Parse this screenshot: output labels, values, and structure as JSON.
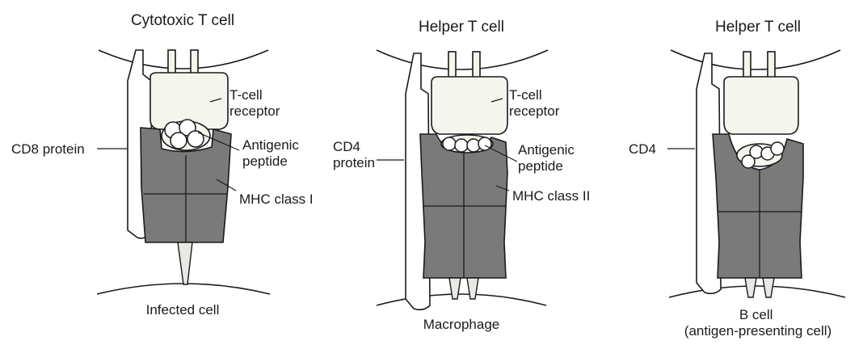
{
  "panels": [
    {
      "title": "Cytotoxic T cell",
      "coreceptor_label": "CD8 protein",
      "tcr_label": "T-cell\nreceptor",
      "peptide_label": "Antigenic\npeptide",
      "mhc_label": "MHC class I",
      "cell_label": "Infected cell"
    },
    {
      "title": "Helper T cell",
      "coreceptor_label": "CD4\nprotein",
      "tcr_label": "T-cell\nreceptor",
      "peptide_label": "Antigenic\npeptide",
      "mhc_label": "MHC class II",
      "cell_label": "Macrophage"
    },
    {
      "title": "Helper T cell",
      "coreceptor_label": "CD4",
      "cell_label": "B cell\n(antigen-presenting cell)"
    }
  ]
}
